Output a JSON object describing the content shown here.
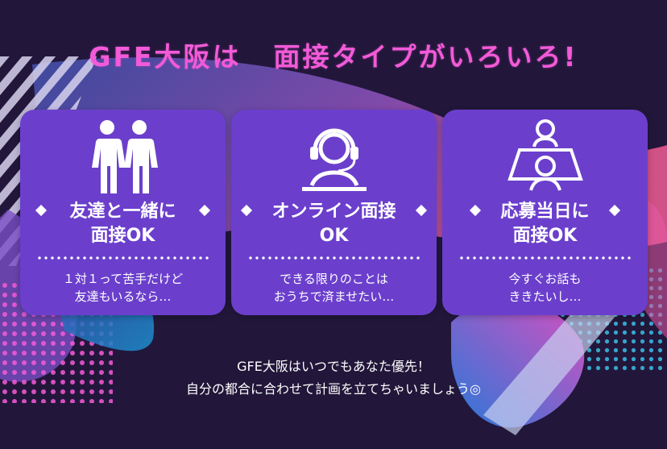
{
  "headline": {
    "left": "GFE大阪は",
    "right": "面接タイプがいろいろ!"
  },
  "cards": [
    {
      "icon": "two-people-icon",
      "title_line1": "友達と一緒に",
      "title_line2": "面接OK",
      "desc_line1": "１対１って苦手だけど",
      "desc_line2": "友達もいるなら…"
    },
    {
      "icon": "headset-operator-icon",
      "title_line1": "オンライン面接",
      "title_line2": "OK",
      "desc_line1": "できる限りのことは",
      "desc_line2": "おうちで済ませたい…"
    },
    {
      "icon": "interview-desk-icon",
      "title_line1": "応募当日に",
      "title_line2": "面接OK",
      "desc_line1": "今すぐお話も",
      "desc_line2": "ききたいし…"
    }
  ],
  "footer": {
    "line1": "GFE大阪はいつでもあなた優先！",
    "line2": "自分の都合に合わせて計画を立てちゃいましょう◎"
  },
  "colors": {
    "background": "#22173a",
    "headline": "#f25ad8",
    "card": "#6b3fcc",
    "text": "#ffffff"
  }
}
